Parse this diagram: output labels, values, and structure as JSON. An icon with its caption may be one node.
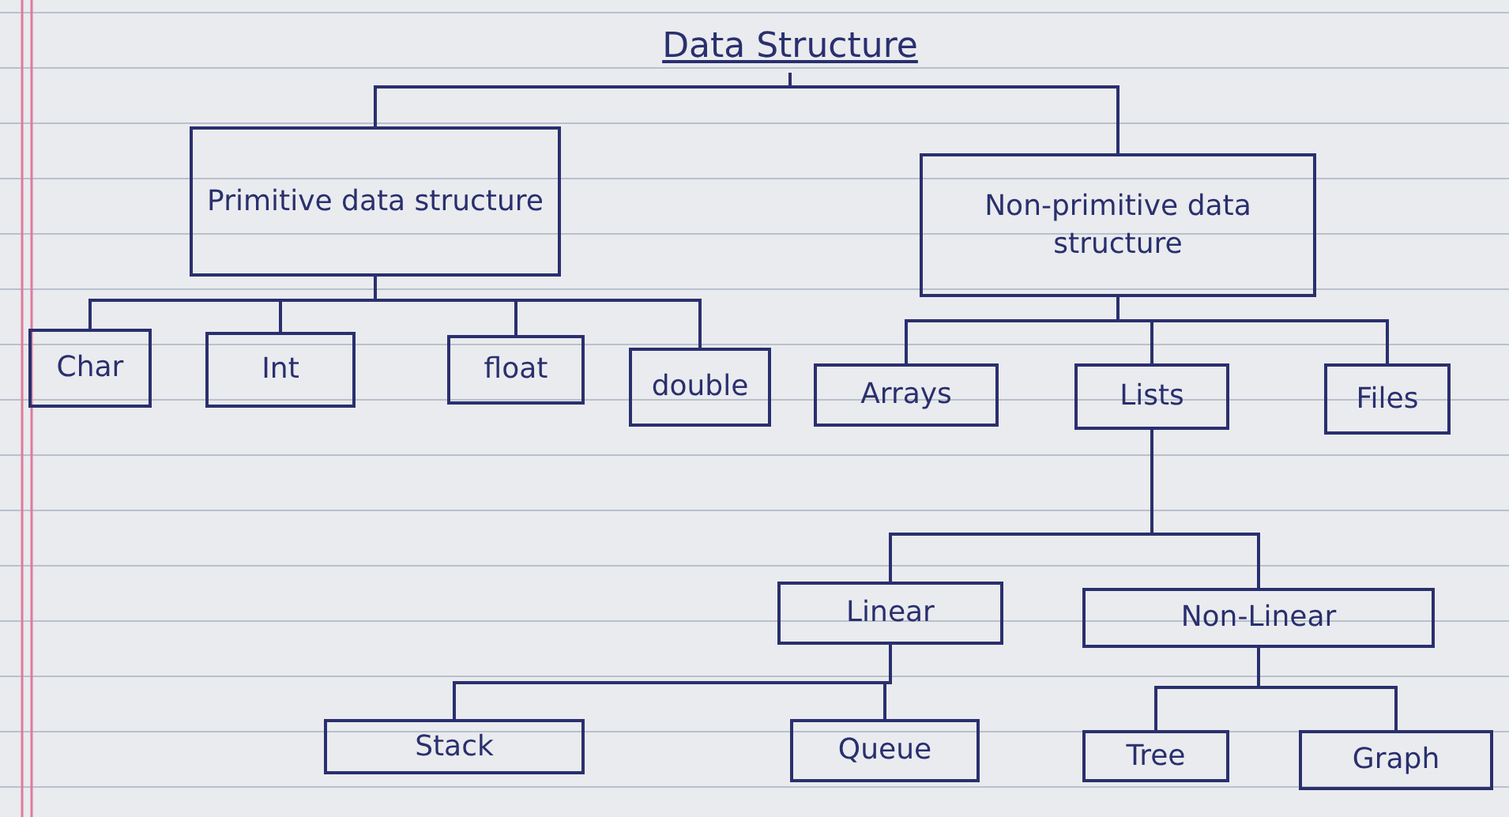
{
  "diagram": {
    "nodes": [
      {
        "text": [
          "Data Structure"
        ]
      },
      {
        "text": [
          "Primitive data structure"
        ]
      },
      {
        "text": [
          "Non-primitive data structure"
        ]
      },
      {
        "text": [
          "Char"
        ]
      },
      {
        "text": [
          "Int"
        ]
      },
      {
        "text": [
          "float"
        ]
      },
      {
        "text": [
          "double"
        ]
      },
      {
        "text": [
          "Arrays"
        ]
      },
      {
        "text": [
          "Lists"
        ]
      },
      {
        "text": [
          "Files"
        ]
      },
      {
        "text": [
          "Linear"
        ]
      },
      {
        "text": [
          "Non-Linear"
        ]
      },
      {
        "text": [
          "Stack"
        ]
      },
      {
        "text": [
          "Queue"
        ]
      },
      {
        "text": [
          "Tree"
        ]
      },
      {
        "text": [
          "Graph"
        ]
      }
    ],
    "edges": [
      {
        "from": 0,
        "to": 1,
        "arrow": "none"
      },
      {
        "from": 0,
        "to": 2,
        "arrow": "none"
      },
      {
        "from": 1,
        "to": 3,
        "arrow": "none"
      },
      {
        "from": 1,
        "to": 4,
        "arrow": "none"
      },
      {
        "from": 1,
        "to": 5,
        "arrow": "none"
      },
      {
        "from": 1,
        "to": 6,
        "arrow": "none"
      },
      {
        "from": 2,
        "to": 7,
        "arrow": "none"
      },
      {
        "from": 2,
        "to": 8,
        "arrow": "none"
      },
      {
        "from": 2,
        "to": 9,
        "arrow": "none"
      },
      {
        "from": 8,
        "to": 10,
        "arrow": "none"
      },
      {
        "from": 8,
        "to": 11,
        "arrow": "none"
      },
      {
        "from": 10,
        "to": 12,
        "arrow": "none"
      },
      {
        "from": 10,
        "to": 13,
        "arrow": "none"
      },
      {
        "from": 11,
        "to": 14,
        "arrow": "none"
      },
      {
        "from": 11,
        "to": 15,
        "arrow": "none"
      }
    ]
  }
}
